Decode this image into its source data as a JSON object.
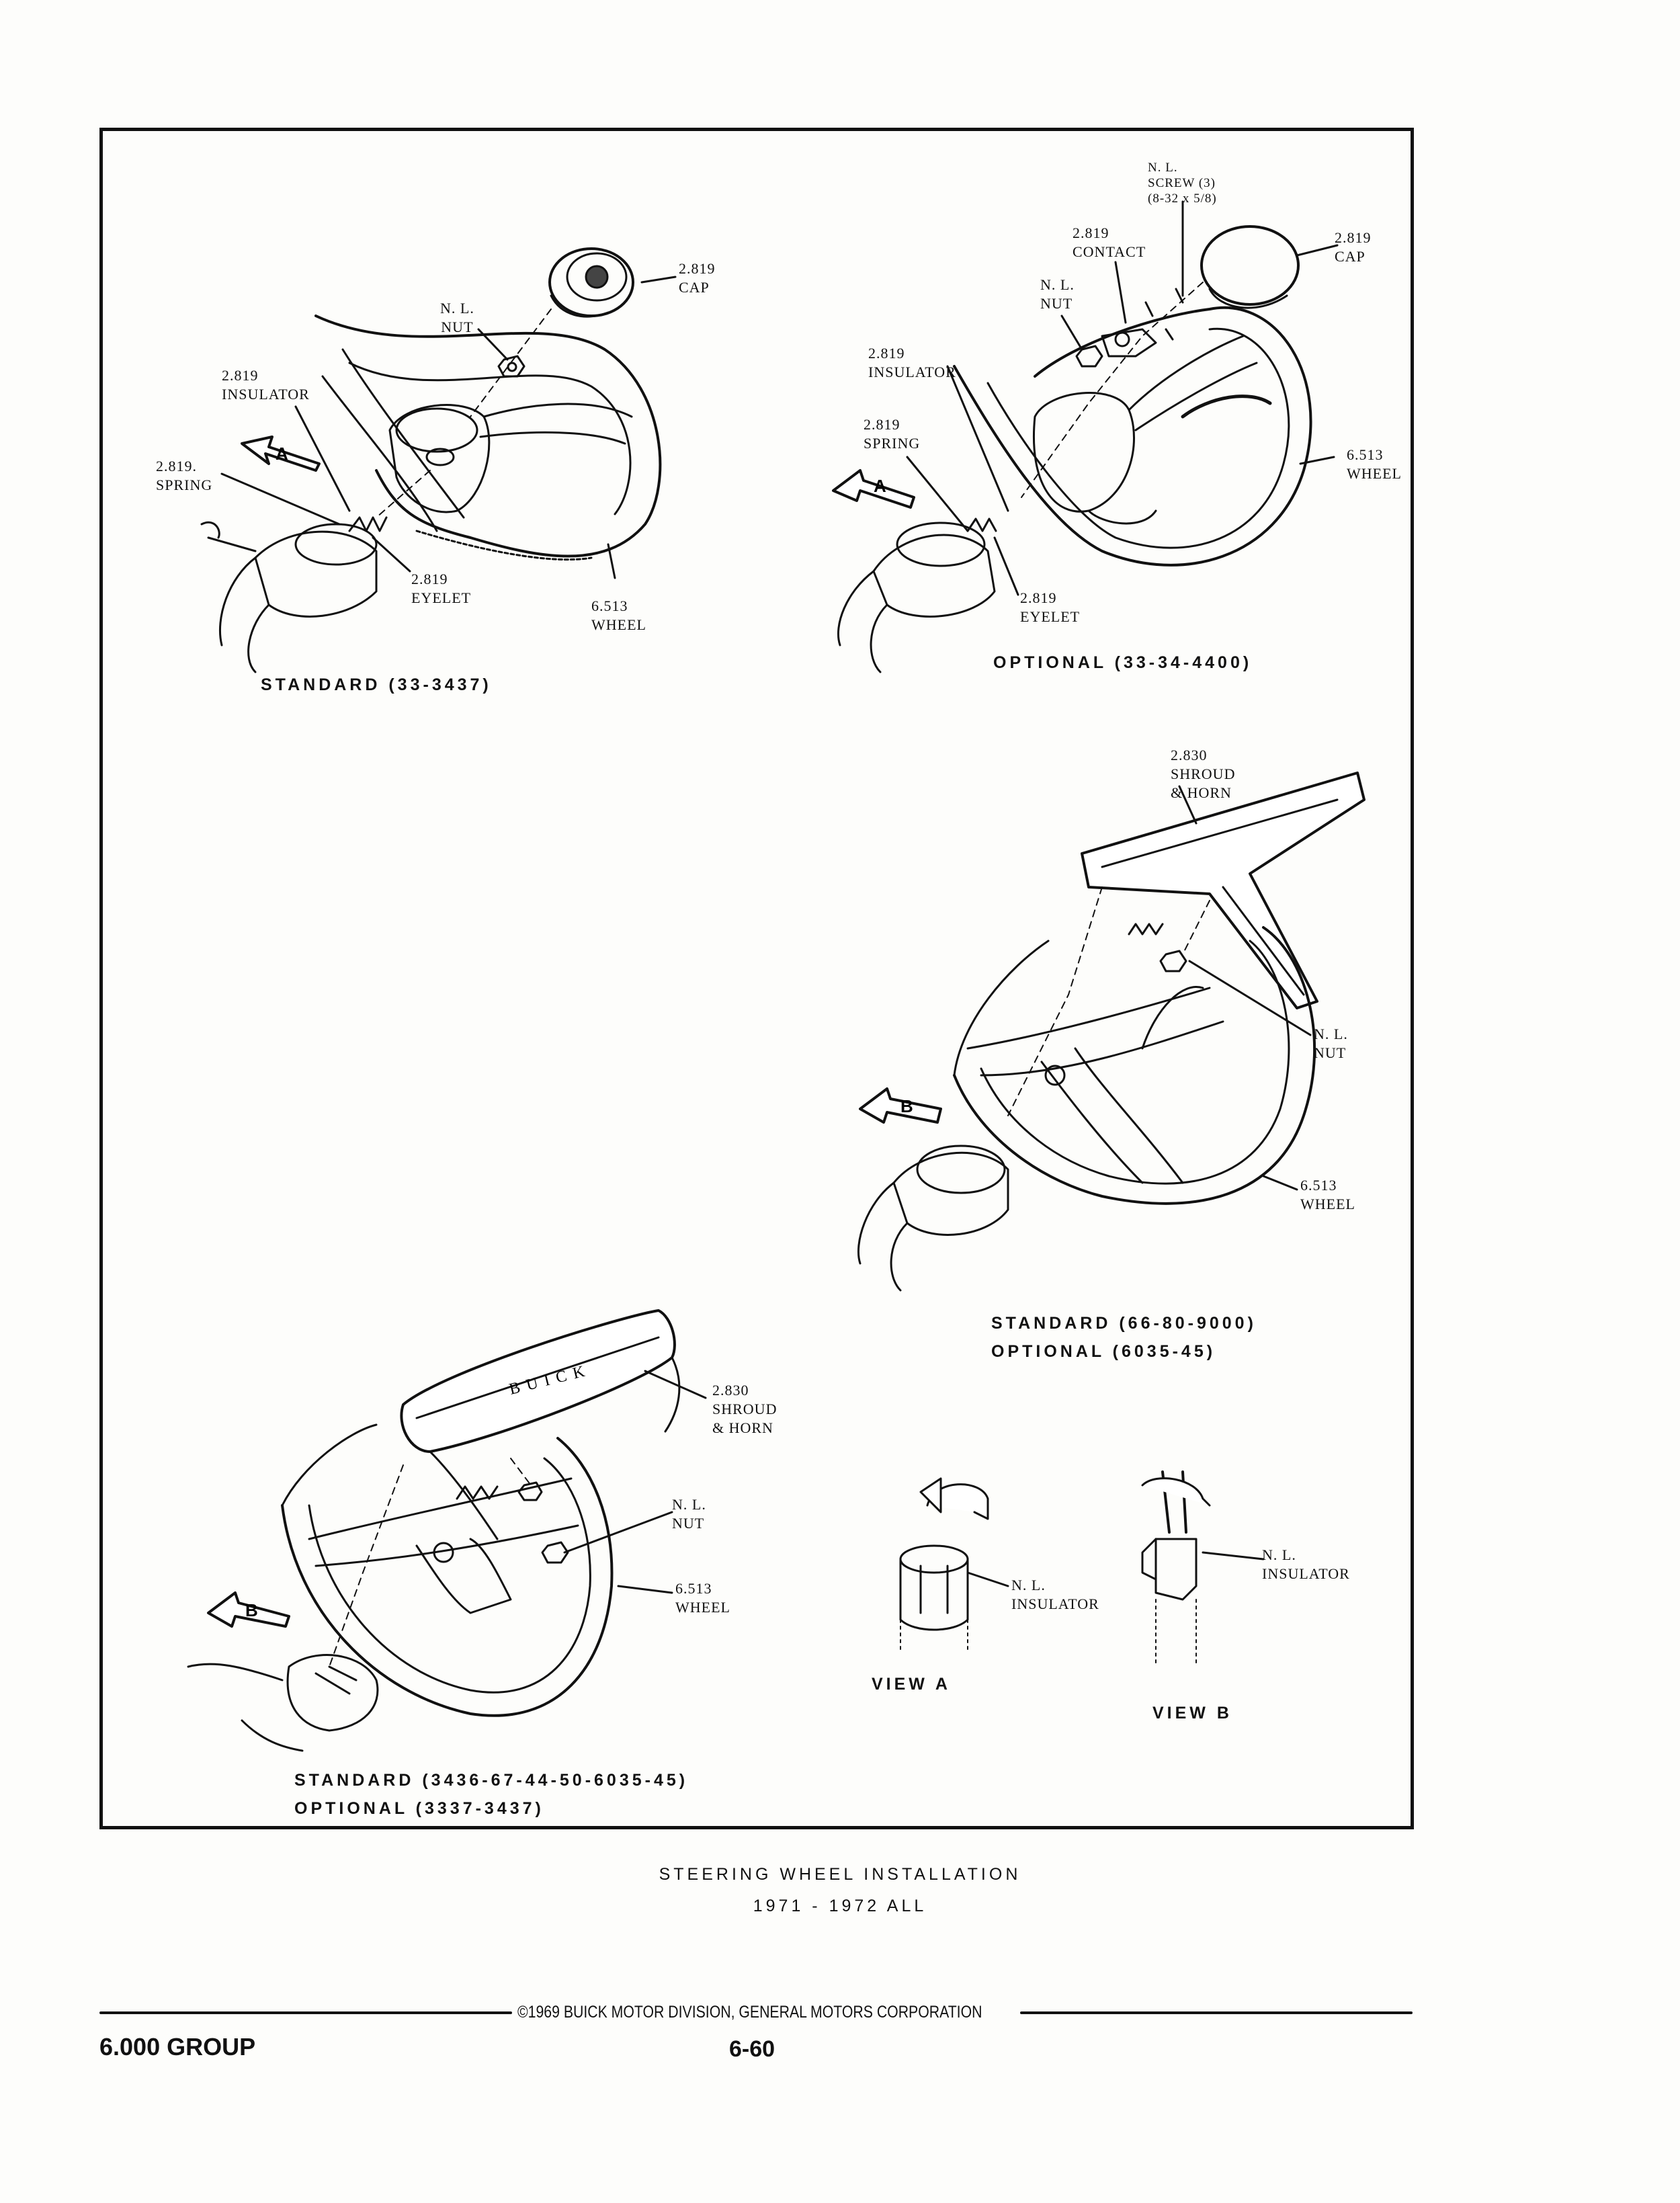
{
  "figures": {
    "fig1": {
      "caption": "STANDARD (33-3437)",
      "labels": {
        "cap": [
          "2.819",
          "CAP"
        ],
        "nut": [
          "N. L.",
          "NUT"
        ],
        "insulator": [
          "2.819",
          "INSULATOR"
        ],
        "spring": [
          "2.819.",
          "SPRING"
        ],
        "eyelet": [
          "2.819",
          "EYELET"
        ],
        "wheel": [
          "6.513",
          "WHEEL"
        ]
      },
      "arrow": "A"
    },
    "fig2": {
      "caption": "OPTIONAL (33-34-4400)",
      "labels": {
        "screw": [
          "N. L.",
          "SCREW (3)",
          "(8-32 x 5/8)"
        ],
        "contact": [
          "2.819",
          "CONTACT"
        ],
        "cap": [
          "2.819",
          "CAP"
        ],
        "nut": [
          "N. L.",
          "NUT"
        ],
        "insulator": [
          "2.819",
          "INSULATOR"
        ],
        "spring": [
          "2.819",
          "SPRING"
        ],
        "wheel": [
          "6.513",
          "WHEEL"
        ],
        "eyelet": [
          "2.819",
          "EYELET"
        ]
      },
      "arrow": "A"
    },
    "fig3": {
      "captions": [
        "STANDARD (66-80-9000)",
        "OPTIONAL (6035-45)"
      ],
      "labels": {
        "shroud": [
          "2.830",
          "SHROUD",
          "& HORN"
        ],
        "nut": [
          "N. L.",
          "NUT"
        ],
        "wheel": [
          "6.513",
          "WHEEL"
        ]
      },
      "arrow": "B"
    },
    "fig4": {
      "captions": [
        "STANDARD (3436-67-44-50-6035-45)",
        "OPTIONAL (3337-3437)"
      ],
      "labels": {
        "shroud": [
          "2.830",
          "SHROUD",
          "& HORN"
        ],
        "nut": [
          "N. L.",
          "NUT"
        ],
        "wheel": [
          "6.513",
          "WHEEL"
        ]
      },
      "emblem": "BUICK",
      "arrow": "B"
    },
    "viewA": {
      "caption": "VIEW A",
      "labels": {
        "insulator": [
          "N. L.",
          "INSULATOR"
        ]
      }
    },
    "viewB": {
      "caption": "VIEW B",
      "labels": {
        "insulator": [
          "N. L.",
          "INSULATOR"
        ]
      }
    }
  },
  "page_title": [
    "STEERING WHEEL INSTALLATION",
    "1971 - 1972 ALL"
  ],
  "footer": {
    "copyright": "©1969 BUICK MOTOR DIVISION, GENERAL MOTORS CORPORATION",
    "group": "6.000 GROUP",
    "page_number": "6-60"
  }
}
